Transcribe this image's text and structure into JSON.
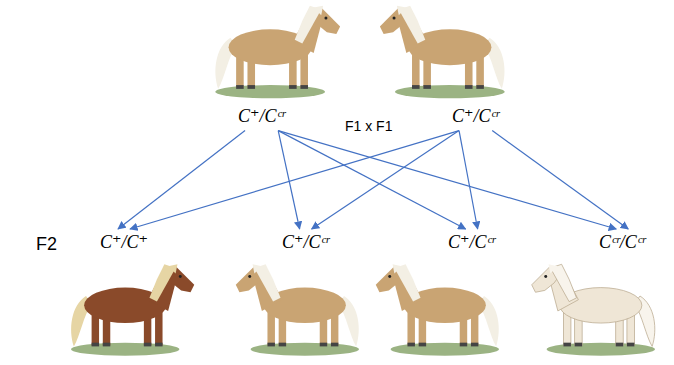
{
  "diagram": {
    "nodes": [
      {
        "text": [
          "C⁺/Cᶜʳ"
        ]
      },
      {
        "text": [
          "C⁺/Cᶜʳ"
        ]
      },
      {
        "text": [
          "C⁺/C⁺"
        ]
      },
      {
        "text": [
          "C⁺/Cᶜʳ"
        ]
      },
      {
        "text": [
          "C⁺/Cᶜʳ"
        ]
      },
      {
        "text": [
          "Cᶜʳ/Cᶜʳ"
        ]
      }
    ],
    "edges": [
      {
        "from": 0,
        "to": 2,
        "arrow": "to"
      },
      {
        "from": 0,
        "to": 3,
        "arrow": "to"
      },
      {
        "from": 0,
        "to": 4,
        "arrow": "to"
      },
      {
        "from": 0,
        "to": 5,
        "arrow": "to"
      },
      {
        "from": 1,
        "to": 2,
        "arrow": "to"
      },
      {
        "from": 1,
        "to": 3,
        "arrow": "to"
      },
      {
        "from": 1,
        "to": 4,
        "arrow": "to"
      },
      {
        "from": 1,
        "to": 5,
        "arrow": "to"
      }
    ],
    "labels": [
      "F1 x F1",
      "F2"
    ]
  }
}
